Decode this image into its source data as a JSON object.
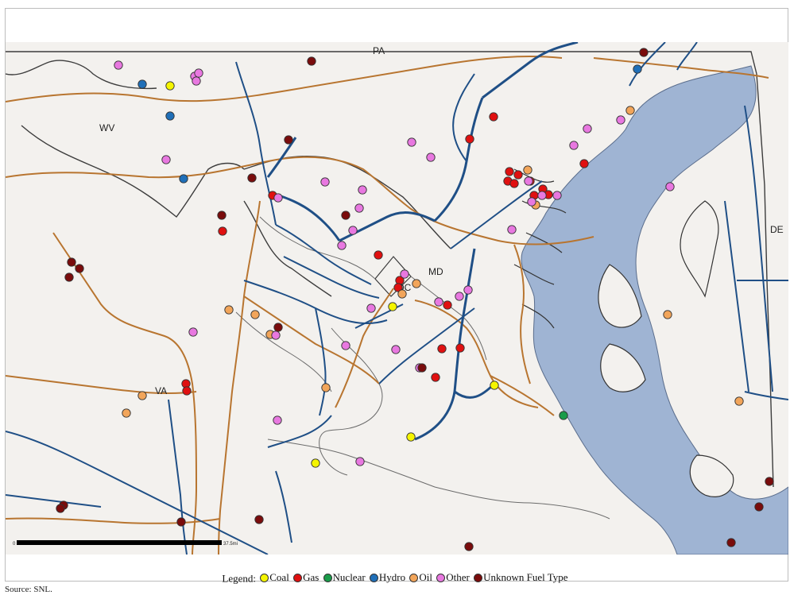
{
  "map": {
    "place_labels": [
      {
        "id": "pa",
        "text": "PA"
      },
      {
        "id": "wv",
        "text": "WV"
      },
      {
        "id": "md",
        "text": "MD"
      },
      {
        "id": "dc",
        "text": "DC"
      },
      {
        "id": "va",
        "text": "VA"
      },
      {
        "id": "de",
        "text": "DE"
      }
    ],
    "scale_bar": {
      "start_label": "0",
      "end_label": "37.5mi"
    },
    "colors": {
      "land": "#f3f1ee",
      "water": "#9fb4d3",
      "state_border": "#3c3c3c",
      "county_border": "#6b6b6b",
      "transmission_line": "#1f4f86",
      "pipeline": "#b87530"
    }
  },
  "legend": {
    "title": "Legend:",
    "entries": [
      {
        "key": "coal",
        "label": "Coal",
        "color": "#f5f500"
      },
      {
        "key": "gas",
        "label": "Gas",
        "color": "#e01010"
      },
      {
        "key": "nuclear",
        "label": "Nuclear",
        "color": "#1a9c4a"
      },
      {
        "key": "hydro",
        "label": "Hydro",
        "color": "#1f6fb8"
      },
      {
        "key": "oil",
        "label": "Oil",
        "color": "#f2a55a"
      },
      {
        "key": "other",
        "label": "Other",
        "color": "#e878e0"
      },
      {
        "key": "unknown",
        "label": "Unknown Fuel Type",
        "color": "#7a0c0c"
      }
    ]
  },
  "source_note": "Source: SNL."
}
